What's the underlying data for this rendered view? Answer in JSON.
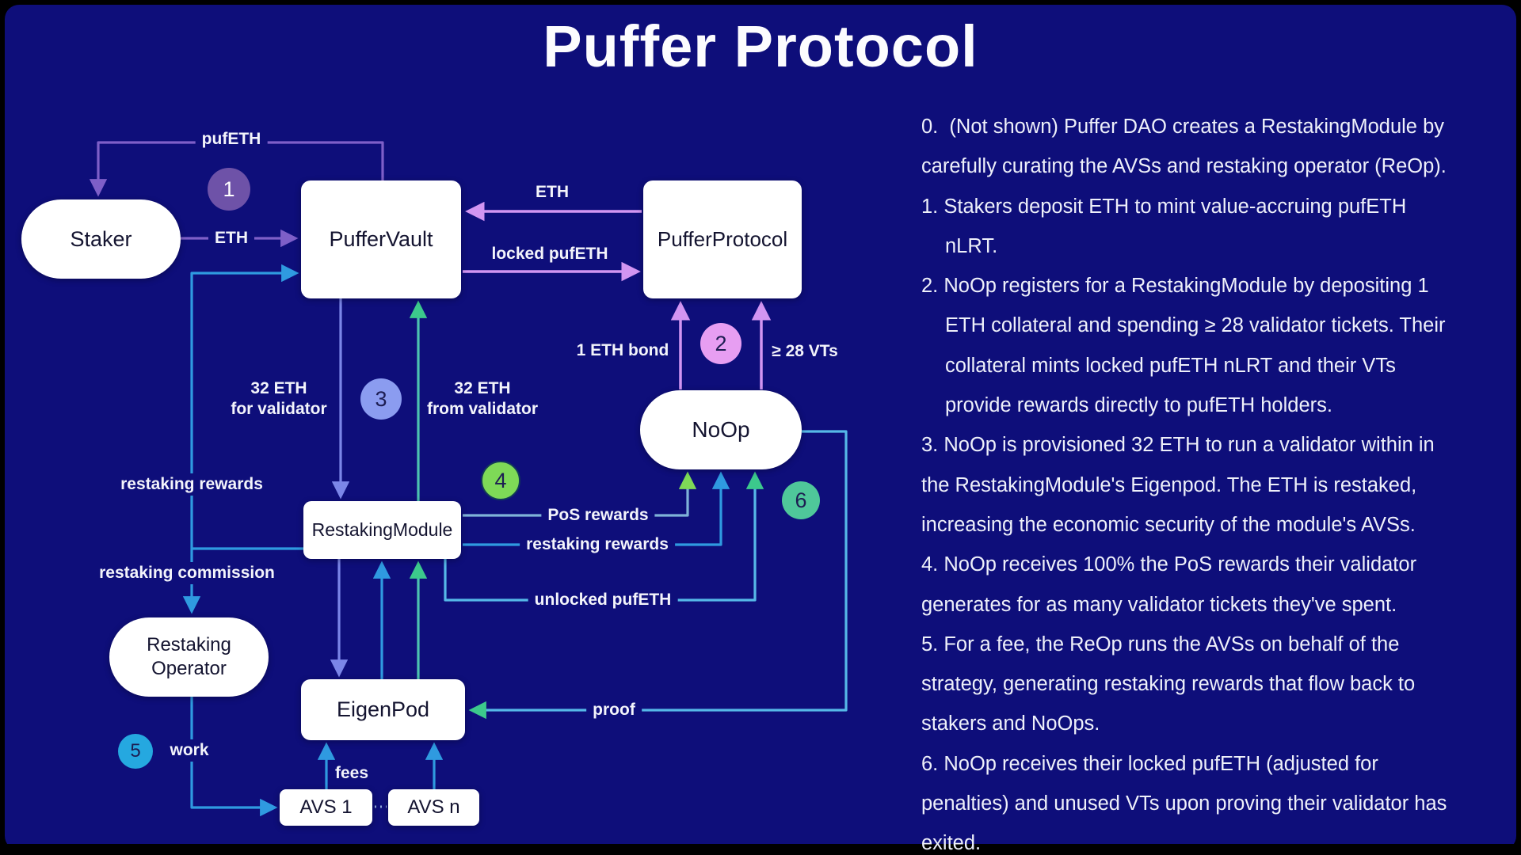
{
  "title": "Puffer Protocol",
  "colors": {
    "background": "#0e0e7a",
    "node_fill": "#ffffff",
    "purple_line": "#7e5fc8",
    "violet_line": "#d295f2",
    "periwinkle_line": "#7b86e8",
    "teal_line": "#4cc2b0",
    "teal_arrow": "#3cc98c",
    "blue_line": "#2f9ae0",
    "green_arrow": "#7ed957",
    "steel_line": "#7fb2d8",
    "cyan_line": "#56b8e8",
    "circle1": "#6e52a8",
    "circle2": "#e79ef2",
    "circle3": "#8b9cf0",
    "circle4": "#7ed957",
    "circle5": "#25a8e0",
    "circle6": "#4fc79a"
  },
  "diagram": {
    "nodes": {
      "staker": "Staker",
      "puffer_vault": "PufferVault",
      "puffer_protocol": "PufferProtocol",
      "noop": "NoOp",
      "restaking_module": "RestakingModule",
      "restaking_operator_line1": "Restaking",
      "restaking_operator_line2": "Operator",
      "eigenpod": "EigenPod",
      "avs1": "AVS 1",
      "avsn": "AVS n"
    },
    "steps": {
      "n1": "1",
      "n2": "2",
      "n3": "3",
      "n4": "4",
      "n5": "5",
      "n6": "6"
    },
    "edge_labels": {
      "pufeth": "pufETH",
      "eth_deposit": "ETH",
      "eth_return": "ETH",
      "locked_pufeth": "locked pufETH",
      "eth_bond": "1 ETH bond",
      "vts": "≥ 28 VTs",
      "eth_for_validator_l1": "32 ETH",
      "eth_for_validator_l2": "for validator",
      "eth_from_validator_l1": "32 ETH",
      "eth_from_validator_l2": "from validator",
      "restaking_rewards_left": "restaking rewards",
      "restaking_commission": "restaking commission",
      "work": "work",
      "fees": "fees",
      "pos_rewards": "PoS rewards",
      "restaking_rewards_right": "restaking rewards",
      "unlocked_pufeth": "unlocked pufETH",
      "proof": "proof"
    }
  },
  "notes": {
    "lines": [
      {
        "text": "0.  (Not shown) Puffer DAO creates a RestakingModule by",
        "indent": false
      },
      {
        "text": "carefully curating the AVSs and restaking operator (ReOp).",
        "indent": false
      },
      {
        "text": "1. Stakers deposit ETH to mint value-accruing pufETH",
        "indent": false
      },
      {
        "text": "nLRT.",
        "indent": true
      },
      {
        "text": "2. NoOp registers for a RestakingModule by depositing 1",
        "indent": false
      },
      {
        "text": "ETH collateral and spending ≥ 28 validator tickets. Their",
        "indent": true
      },
      {
        "text": "collateral mints locked pufETH nLRT and their VTs",
        "indent": true
      },
      {
        "text": "provide rewards directly to pufETH holders.",
        "indent": true
      },
      {
        "text": "3. NoOp is provisioned 32 ETH to run a validator within in",
        "indent": false
      },
      {
        "text": "the RestakingModule's Eigenpod. The ETH is restaked,",
        "indent": false
      },
      {
        "text": "increasing the economic security of the module's AVSs.",
        "indent": false
      },
      {
        "text": "4. NoOp receives 100% the PoS rewards their validator",
        "indent": false
      },
      {
        "text": "generates for as many validator tickets they've spent.",
        "indent": false
      },
      {
        "text": "5. For a fee, the ReOp runs the AVSs on behalf of the",
        "indent": false
      },
      {
        "text": "strategy, generating restaking rewards that flow back to",
        "indent": false
      },
      {
        "text": "stakers and NoOps.",
        "indent": false
      },
      {
        "text": "6. NoOp receives their locked pufETH (adjusted for",
        "indent": false
      },
      {
        "text": "penalties) and unused VTs upon proving their validator has",
        "indent": false
      },
      {
        "text": "exited.",
        "indent": false
      }
    ]
  }
}
